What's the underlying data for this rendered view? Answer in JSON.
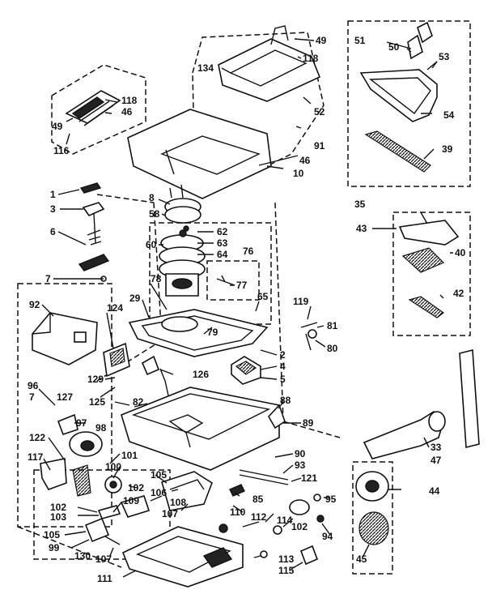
{
  "labels": [
    {
      "id": "49a",
      "text": "49"
    },
    {
      "id": "118a",
      "text": "118"
    },
    {
      "id": "134",
      "text": "134"
    },
    {
      "id": "52",
      "text": "52"
    },
    {
      "id": "91",
      "text": "91"
    },
    {
      "id": "46a",
      "text": "46"
    },
    {
      "id": "10",
      "text": "10"
    },
    {
      "id": "118b",
      "text": "118"
    },
    {
      "id": "46b",
      "text": "46"
    },
    {
      "id": "49b",
      "text": "49"
    },
    {
      "id": "116",
      "text": "116"
    },
    {
      "id": "51",
      "text": "51"
    },
    {
      "id": "50",
      "text": "50"
    },
    {
      "id": "53",
      "text": "53"
    },
    {
      "id": "54",
      "text": "54"
    },
    {
      "id": "39",
      "text": "39"
    },
    {
      "id": "35",
      "text": "35"
    },
    {
      "id": "1",
      "text": "1"
    },
    {
      "id": "3",
      "text": "3"
    },
    {
      "id": "6",
      "text": "6"
    },
    {
      "id": "7a",
      "text": "7"
    },
    {
      "id": "8",
      "text": "8"
    },
    {
      "id": "58",
      "text": "58"
    },
    {
      "id": "60",
      "text": "60"
    },
    {
      "id": "62",
      "text": "62"
    },
    {
      "id": "63",
      "text": "63"
    },
    {
      "id": "64",
      "text": "64"
    },
    {
      "id": "76",
      "text": "76"
    },
    {
      "id": "77",
      "text": "77"
    },
    {
      "id": "78",
      "text": "78"
    },
    {
      "id": "29",
      "text": "29"
    },
    {
      "id": "65",
      "text": "65"
    },
    {
      "id": "79",
      "text": "79"
    },
    {
      "id": "43",
      "text": "43"
    },
    {
      "id": "40",
      "text": "40"
    },
    {
      "id": "42",
      "text": "42"
    },
    {
      "id": "92",
      "text": "92"
    },
    {
      "id": "124",
      "text": "124"
    },
    {
      "id": "119",
      "text": "119"
    },
    {
      "id": "81",
      "text": "81"
    },
    {
      "id": "80",
      "text": "80"
    },
    {
      "id": "2",
      "text": "2"
    },
    {
      "id": "4",
      "text": "4"
    },
    {
      "id": "5",
      "text": "5"
    },
    {
      "id": "126",
      "text": "126"
    },
    {
      "id": "129",
      "text": "129"
    },
    {
      "id": "127",
      "text": "127"
    },
    {
      "id": "125",
      "text": "125"
    },
    {
      "id": "96",
      "text": "96"
    },
    {
      "id": "7b",
      "text": "7"
    },
    {
      "id": "97",
      "text": "97"
    },
    {
      "id": "98",
      "text": "98"
    },
    {
      "id": "82",
      "text": "82"
    },
    {
      "id": "88",
      "text": "88"
    },
    {
      "id": "89",
      "text": "89"
    },
    {
      "id": "122",
      "text": "122"
    },
    {
      "id": "117",
      "text": "117"
    },
    {
      "id": "101",
      "text": "101"
    },
    {
      "id": "100",
      "text": "100"
    },
    {
      "id": "105a",
      "text": "105"
    },
    {
      "id": "90",
      "text": "90"
    },
    {
      "id": "93",
      "text": "93"
    },
    {
      "id": "121",
      "text": "121"
    },
    {
      "id": "33",
      "text": "33"
    },
    {
      "id": "47",
      "text": "47"
    },
    {
      "id": "102a",
      "text": "102"
    },
    {
      "id": "106",
      "text": "106"
    },
    {
      "id": "108",
      "text": "108"
    },
    {
      "id": "102b",
      "text": "102"
    },
    {
      "id": "103",
      "text": "103"
    },
    {
      "id": "109",
      "text": "109"
    },
    {
      "id": "85",
      "text": "85"
    },
    {
      "id": "95",
      "text": "95"
    },
    {
      "id": "44",
      "text": "44"
    },
    {
      "id": "107a",
      "text": "107"
    },
    {
      "id": "110",
      "text": "110"
    },
    {
      "id": "112",
      "text": "112"
    },
    {
      "id": "114",
      "text": "114"
    },
    {
      "id": "102c",
      "text": "102"
    },
    {
      "id": "94",
      "text": "94"
    },
    {
      "id": "105b",
      "text": "105"
    },
    {
      "id": "99",
      "text": "99"
    },
    {
      "id": "130",
      "text": "130"
    },
    {
      "id": "107b",
      "text": "107"
    },
    {
      "id": "113",
      "text": "113"
    },
    {
      "id": "115",
      "text": "115"
    },
    {
      "id": "111",
      "text": "111"
    },
    {
      "id": "45",
      "text": "45"
    }
  ]
}
